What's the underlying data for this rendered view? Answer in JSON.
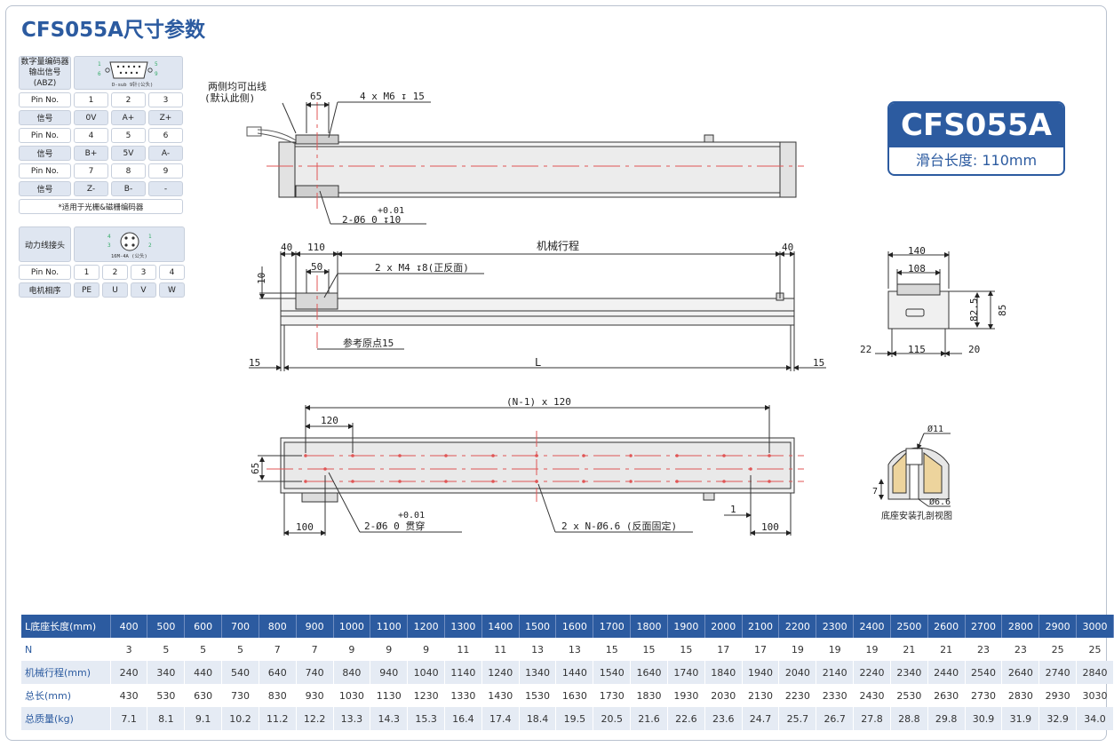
{
  "title": "CFS055A尺寸参数",
  "badge": {
    "model": "CFS055A",
    "subtitle": "滑台长度: 110mm"
  },
  "encoder": {
    "title_line1": "数字量编码器",
    "title_line2": "输出信号(ABZ)",
    "connector_label": "D-sub 9针(公头)",
    "pins_top": [
      "1",
      "5"
    ],
    "pins_bottom": [
      "6",
      "9"
    ],
    "rows": [
      [
        "Pin No.",
        "1",
        "2",
        "3"
      ],
      [
        "信号",
        "0V",
        "A+",
        "Z+"
      ],
      [
        "Pin No.",
        "4",
        "5",
        "6"
      ],
      [
        "信号",
        "B+",
        "5V",
        "A-"
      ],
      [
        "Pin No.",
        "7",
        "8",
        "9"
      ],
      [
        "信号",
        "Z-",
        "B-",
        "-"
      ]
    ],
    "note": "*适用于光栅&磁栅编码器"
  },
  "power": {
    "title": "动力线接头",
    "connector_label": "16M-4A (公头)",
    "pins": [
      "4",
      "3",
      "1",
      "2"
    ],
    "rows": [
      [
        "Pin No.",
        "1",
        "2",
        "3",
        "4"
      ],
      [
        "电机相序",
        "PE",
        "U",
        "V",
        "W"
      ]
    ]
  },
  "drawing_top": {
    "cable_note_1": "两侧均可出线",
    "cable_note_2": "(默认此侧)",
    "dim_65": "65",
    "hole_note": "4 x M6 ↧ 15",
    "tol": "+0.01",
    "pin_note": "2-Ø6  0   ↧10"
  },
  "drawing_side": {
    "dim_40_l": "40",
    "dim_110": "110",
    "travel": "机械行程",
    "dim_40_r": "40",
    "dim_10": "10",
    "dim_50": "50",
    "m4_note": "2 x M4 ↧8(正反面)",
    "origin_note": "参考原点15",
    "dim_15_l": "15",
    "dim_L": "L",
    "dim_15_r": "15"
  },
  "drawing_end": {
    "dim_140": "140",
    "dim_108": "108",
    "dim_825": "82.5",
    "dim_85": "85",
    "dim_22": "22",
    "dim_115": "115",
    "dim_20": "20"
  },
  "drawing_bottom": {
    "pitch": "(N-1) x 120",
    "dim_120": "120",
    "dim_65": "65",
    "dim_100_l": "100",
    "tol": "+0.01",
    "pin_note": "2-Ø6  0   贯穿",
    "hole_note": "2 x N-Ø6.6 (反面固定)",
    "dim_1": "1",
    "dim_100_r": "100"
  },
  "section": {
    "d11": "Ø11",
    "d66": "Ø6.6",
    "dim_7": "7",
    "caption": "底座安装孔剖视图"
  },
  "spec_table": {
    "header_label": "L底座长度(mm)",
    "columns": [
      "400",
      "500",
      "600",
      "700",
      "800",
      "900",
      "1000",
      "1100",
      "1200",
      "1300",
      "1400",
      "1500",
      "1600",
      "1700",
      "1800",
      "1900",
      "2000",
      "2100",
      "2200",
      "2300",
      "2400",
      "2500",
      "2600",
      "2700",
      "2800",
      "2900",
      "3000"
    ],
    "rows": [
      {
        "label": "N",
        "values": [
          "3",
          "5",
          "5",
          "5",
          "7",
          "7",
          "9",
          "9",
          "9",
          "11",
          "11",
          "13",
          "13",
          "15",
          "15",
          "15",
          "17",
          "17",
          "19",
          "19",
          "19",
          "21",
          "21",
          "23",
          "23",
          "25",
          "25"
        ]
      },
      {
        "label": "机械行程(mm)",
        "values": [
          "240",
          "340",
          "440",
          "540",
          "640",
          "740",
          "840",
          "940",
          "1040",
          "1140",
          "1240",
          "1340",
          "1440",
          "1540",
          "1640",
          "1740",
          "1840",
          "1940",
          "2040",
          "2140",
          "2240",
          "2340",
          "2440",
          "2540",
          "2640",
          "2740",
          "2840"
        ]
      },
      {
        "label": "总长(mm)",
        "values": [
          "430",
          "530",
          "630",
          "730",
          "830",
          "930",
          "1030",
          "1130",
          "1230",
          "1330",
          "1430",
          "1530",
          "1630",
          "1730",
          "1830",
          "1930",
          "2030",
          "2130",
          "2230",
          "2330",
          "2430",
          "2530",
          "2630",
          "2730",
          "2830",
          "2930",
          "3030"
        ]
      },
      {
        "label": "总质量(kg)",
        "values": [
          "7.1",
          "8.1",
          "9.1",
          "10.2",
          "11.2",
          "12.2",
          "13.3",
          "14.3",
          "15.3",
          "16.4",
          "17.4",
          "18.4",
          "19.5",
          "20.5",
          "21.6",
          "22.6",
          "23.6",
          "24.7",
          "25.7",
          "26.7",
          "27.8",
          "28.8",
          "29.8",
          "30.9",
          "31.9",
          "32.9",
          "34.0"
        ]
      }
    ]
  },
  "colors": {
    "brand": "#2c5ba0",
    "table_alt": "#e5ebf4",
    "centerline": "#e05555"
  }
}
